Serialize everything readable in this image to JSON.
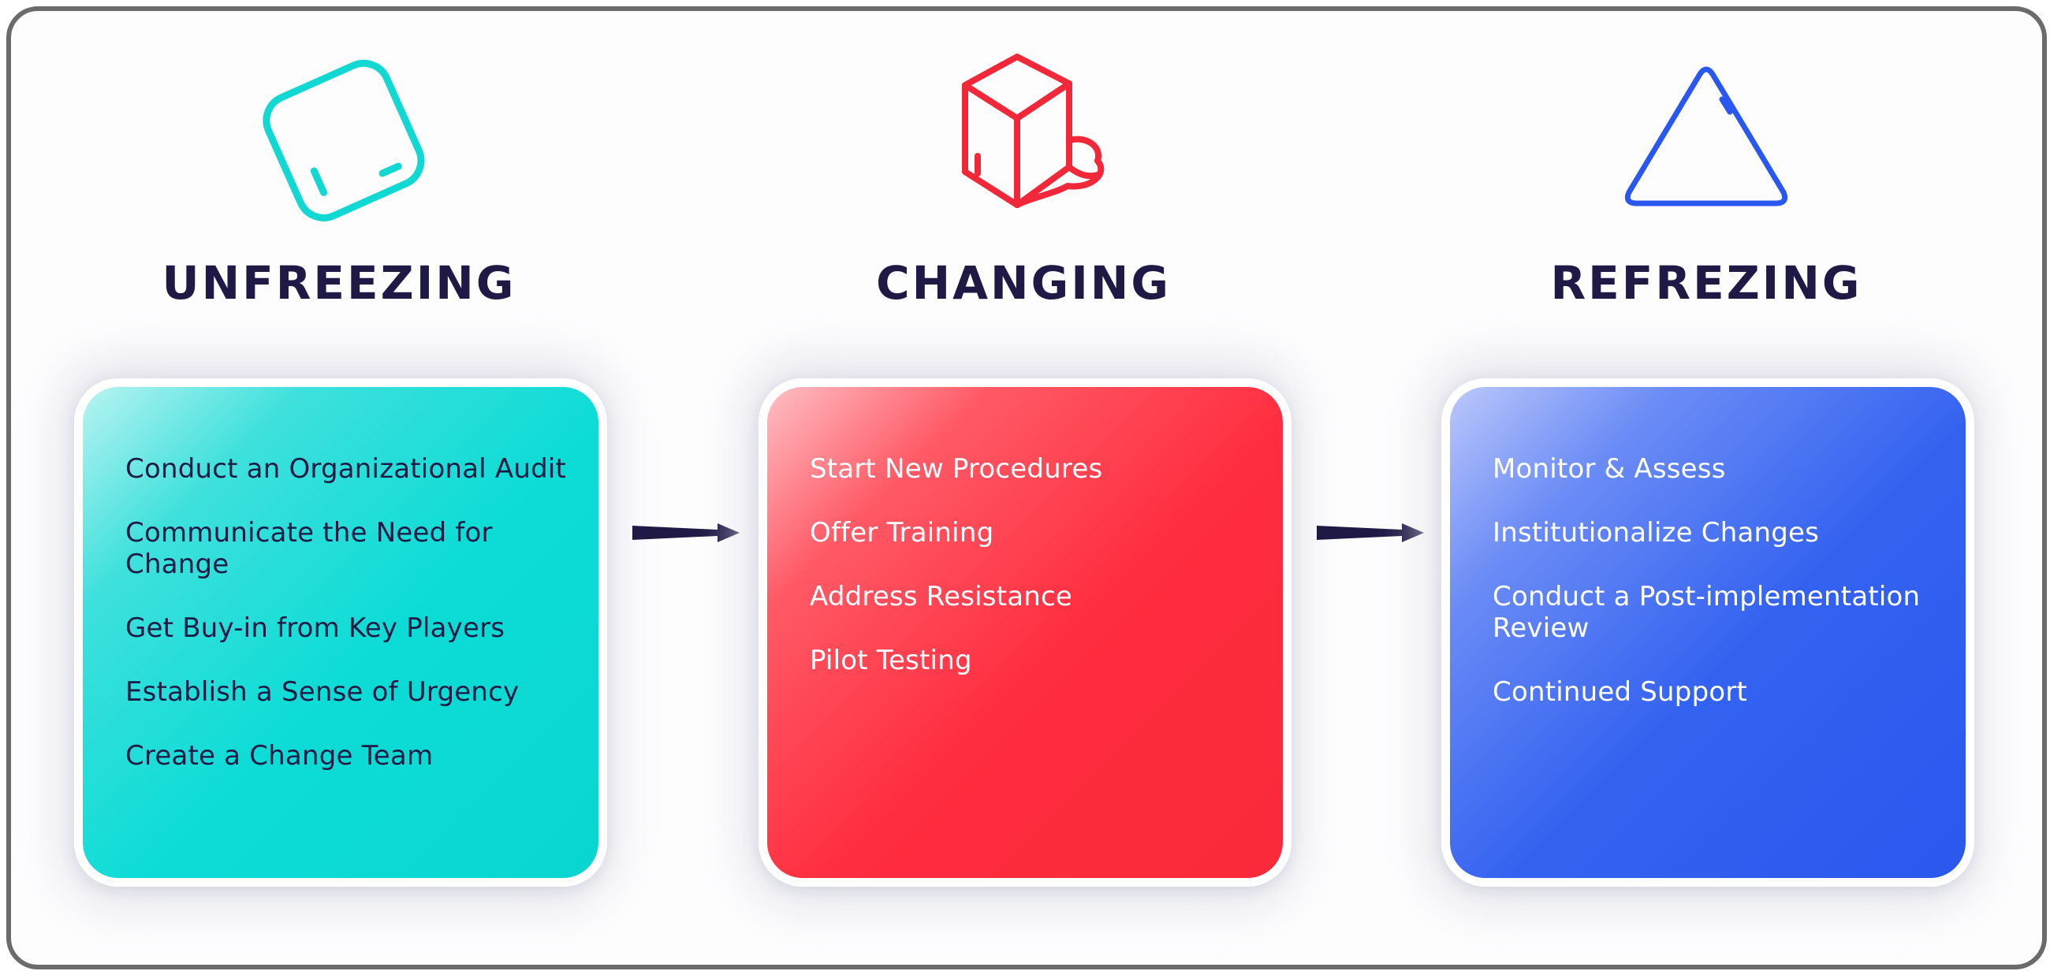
{
  "stages": [
    {
      "title": "UNFREEZING",
      "icon": "ice-cube-icon",
      "color": "#0ddcd6",
      "items": [
        "Conduct an Organizational Audit",
        "Communicate the Need for Change",
        "Get Buy-in from Key Players",
        "Establish a Sense of Urgency",
        "Create a Change Team"
      ]
    },
    {
      "title": "CHANGING",
      "icon": "melting-cube-icon",
      "color": "#ff2d3f",
      "items": [
        "Start New Procedures",
        "Offer Training",
        "Address Resistance",
        "Pilot Testing"
      ]
    },
    {
      "title": "REFREZING",
      "icon": "triangle-icon",
      "color": "#2a58ee",
      "items": [
        "Monitor & Assess",
        "Institutionalize Changes",
        "Conduct a Post-implementation Review",
        "Continued Support"
      ]
    }
  ],
  "colors": {
    "title_text": "#1e1a45",
    "arrow": "#1e1a45",
    "frame": "#6b6b6b"
  }
}
